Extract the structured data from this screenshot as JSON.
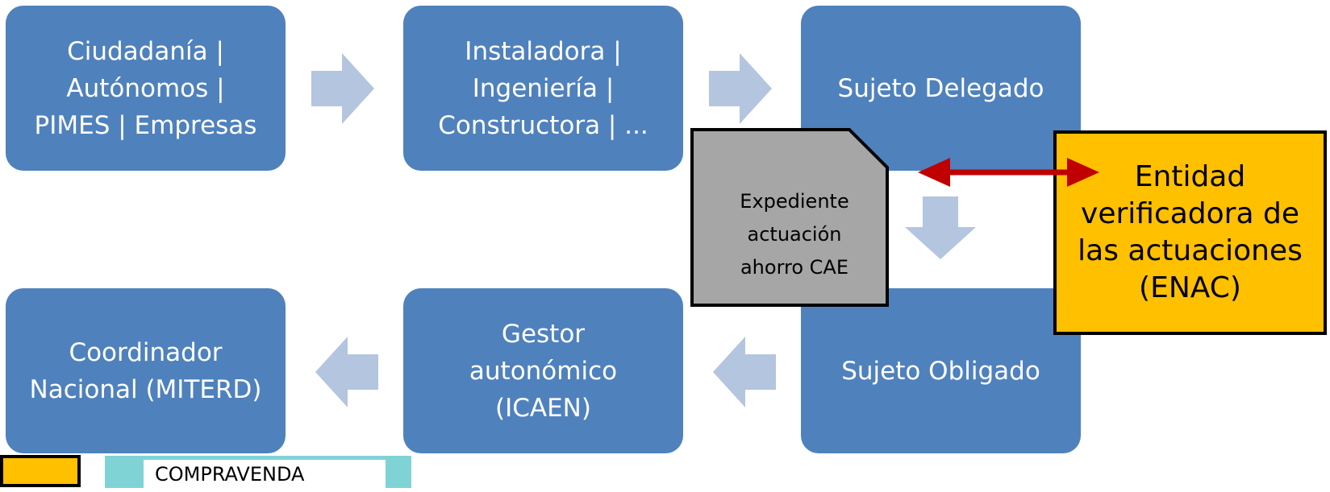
{
  "boxes": {
    "ciudadania": [
      "Ciudadanía |",
      "Autónomos |",
      "PIMES | Empresas"
    ],
    "instaladora": [
      "Instaladora |",
      "Ingeniería |",
      "Constructora | ..."
    ],
    "sujeto_delegado": [
      "Sujeto Delegado"
    ],
    "coordinador": [
      "Coordinador",
      "Nacional (MITERD)"
    ],
    "gestor": [
      "Gestor",
      "autonómico",
      "(ICAEN)"
    ],
    "sujeto_obligado": [
      "Sujeto Obligado"
    ]
  },
  "expediente": [
    "Expediente",
    "actuación",
    "ahorro CAE"
  ],
  "entidad": [
    "Entidad",
    "verificadora de",
    "las actuaciones",
    "(ENAC)"
  ],
  "bottom_partial_text": "COMPRAVENDA",
  "colors": {
    "box": "#4f81bd",
    "arrow": "#b3c5df",
    "doc": "#a6a6a6",
    "entidad": "#ffc000",
    "connector": "#c00000",
    "teal": "#7fd3d5"
  }
}
